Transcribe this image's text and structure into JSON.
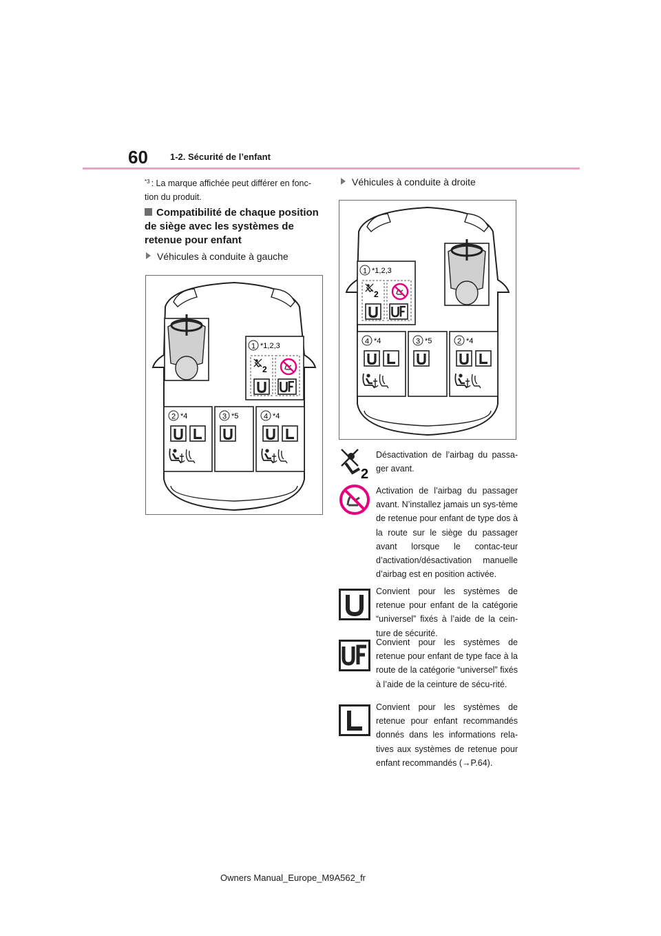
{
  "header": {
    "page_number": "60",
    "section": "1-2. Sécurité de l’enfant"
  },
  "footnote": {
    "marker": "*3",
    "text": ": La marque affichée peut différer en fonc-tion du produit."
  },
  "heading": "Compatibilité de chaque position de siège avec les systèmes de retenue pour enfant",
  "left_drive": {
    "label": "Véhicules à conduite à gauche",
    "seat1_note": "*1,2,3",
    "seats": [
      {
        "num": "2",
        "note": "*4"
      },
      {
        "num": "3",
        "note": "*5"
      },
      {
        "num": "4",
        "note": "*4"
      }
    ]
  },
  "right_drive": {
    "label": "Véhicules à conduite à droite",
    "seat1_note": "*1,2,3",
    "seats": [
      {
        "num": "4",
        "note": "*4"
      },
      {
        "num": "3",
        "note": "*5"
      },
      {
        "num": "2",
        "note": "*4"
      }
    ]
  },
  "seat1_num": "1",
  "marks": {
    "u": "U",
    "l": "L",
    "uf": "UF",
    "two": "2"
  },
  "legend": [
    {
      "icon": "airbag-off-icon",
      "text": "Désactivation de l’airbag du passa-ger avant."
    },
    {
      "icon": "no-rear-facing-icon",
      "text": "Activation de l’airbag du passager avant. N’installez jamais un sys-tème de retenue pour enfant de type dos à la route sur le siège du passager avant lorsque le contac-teur d’activation/désactivation manuelle d’airbag est en position activée."
    },
    {
      "icon": "u-mark-icon",
      "text": "Convient pour les systèmes de retenue pour enfant de la catégorie “universel” fixés à l’aide de la cein-ture de sécurité."
    },
    {
      "icon": "uf-mark-icon",
      "text": "Convient pour les systèmes de retenue pour enfant de type face à la route de la catégorie “universel” fixés à l’aide de la ceinture de sécu-rité."
    },
    {
      "icon": "l-mark-icon",
      "text": "Convient pour les systèmes de retenue pour enfant recommandés donnés dans les informations rela-tives aux systèmes de retenue pour enfant recommandés (→P.64)."
    }
  ],
  "footer": "Owners Manual_Europe_M9A562_fr",
  "colors": {
    "accent_rule": "#f3a0c8",
    "no_symbol": "#e6007e"
  }
}
